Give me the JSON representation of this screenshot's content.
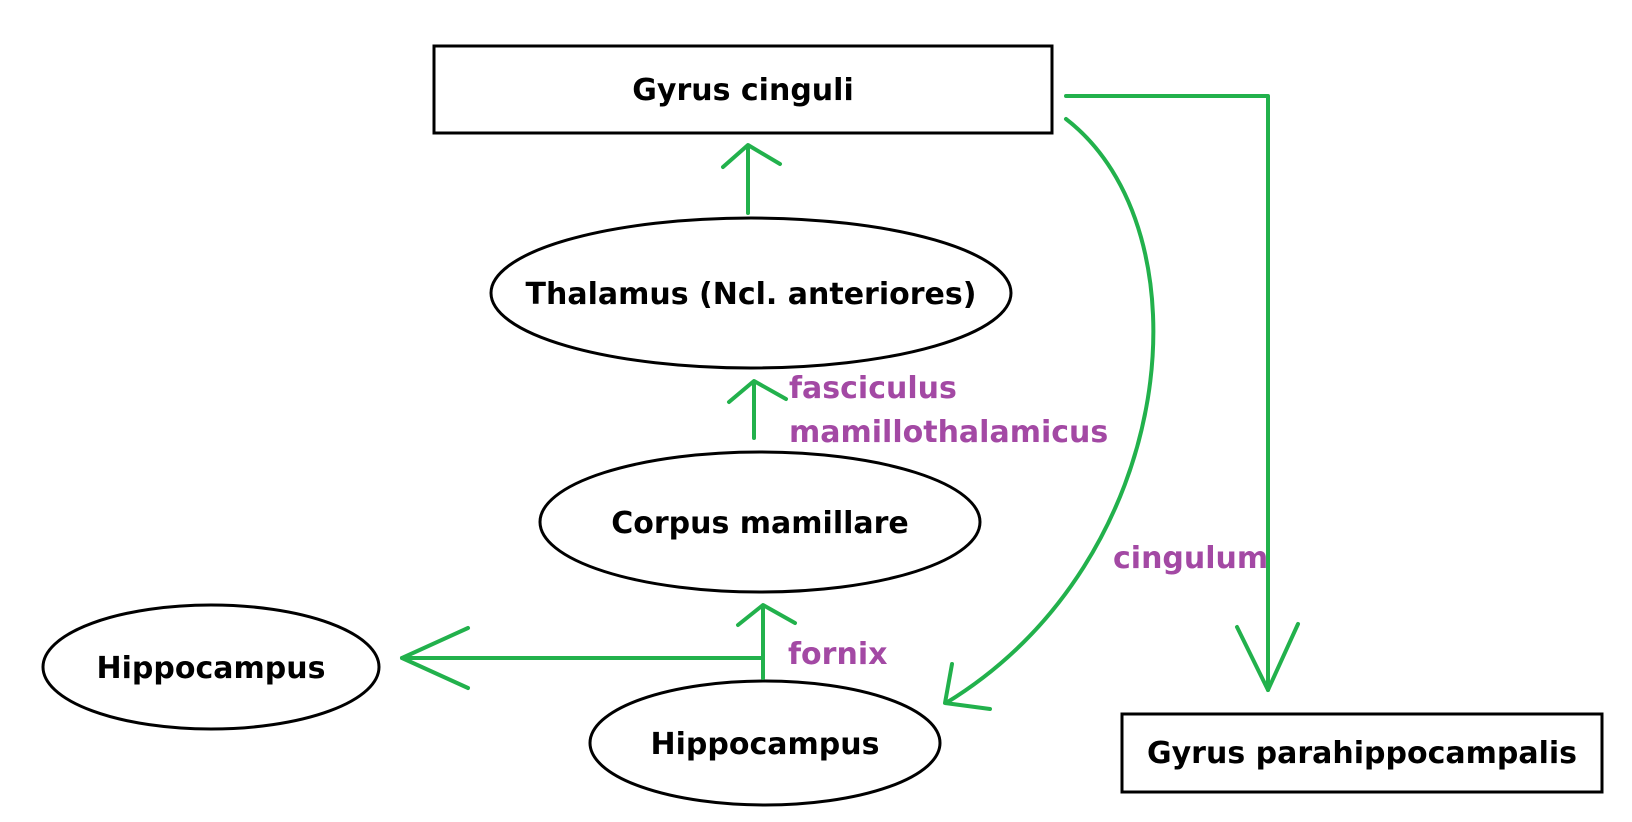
{
  "colors": {
    "arrow": "#22b14c",
    "edge_label": "#a349a4",
    "outline": "#000000",
    "background": "#ffffff"
  },
  "nodes": {
    "gyrus_cinguli": "Gyrus cinguli",
    "thalamus": "Thalamus (Ncl. anteriores)",
    "corpus_mamillare": "Corpus mamillare",
    "hippocampus_left": "Hippocampus",
    "hippocampus_center": "Hippocampus",
    "gyrus_parahippocampalis": "Gyrus parahippocampalis"
  },
  "edge_labels": {
    "fasciculus_line1": "fasciculus",
    "fasciculus_line2": "mamillothalamicus",
    "cingulum": "cingulum",
    "fornix": "fornix"
  }
}
